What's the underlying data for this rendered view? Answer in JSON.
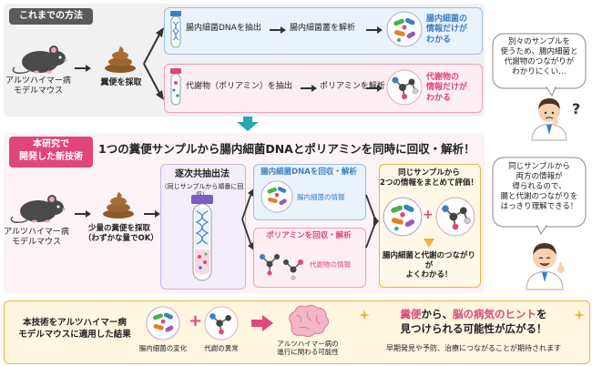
{
  "sections": {
    "conventional_tag": "これまでの方法",
    "new_tag_line1": "本研究で",
    "new_tag_line2": "開発した新技術",
    "new_title": "1つの糞便サンプルから腸内細菌DNAとポリアミンを同時に回収・解析！"
  },
  "conventional": {
    "mouse_line1": "アルツハイマー病",
    "mouse_line2": "モデルマウス",
    "feces_label": "糞便を採取",
    "top_step1": "腸内細菌DNAを抽出",
    "top_step2": "腸内細菌叢を解析",
    "top_result_line1": "腸内細菌の",
    "top_result_line2": "情報だけが",
    "top_result_line3": "わかる",
    "bottom_step1": "代謝物（ポリアミン）を抽出",
    "bottom_step2": "ポリアミンを解析",
    "bottom_result_line1": "代謝物の",
    "bottom_result_line2": "情報だけが",
    "bottom_result_line3": "わかる",
    "bubble_line1": "別々のサンプルを",
    "bubble_line2": "使うため、腸内細菌と",
    "bubble_line3": "代謝物のつながりが",
    "bubble_line4": "わかりにくい…",
    "question_mark": "?"
  },
  "new_method": {
    "mouse_line1": "アルツハイマー病",
    "mouse_line2": "モデルマウス",
    "feces_line1": "少量の糞便を採取",
    "feces_line2": "（わずかな量でOK）",
    "extraction_title": "逐次共抽出法",
    "extraction_sub": "（同じサンプルから順番に回収）",
    "dna_box_title": "腸内細菌DNAを回収・解析",
    "dna_box_caption": "腸内細菌の情報",
    "poly_box_title": "ポリアミンを回収・解析",
    "poly_box_caption": "代謝物の情報",
    "combined_line1": "同じサンプルから",
    "combined_line2": "2つの情報をまとめて評価！",
    "combined_bottom_line1": "腸内細菌と代謝のつながりが",
    "combined_bottom_line2": "よくわかる！",
    "plus": "+",
    "bubble_line1": "同じサンプルから",
    "bubble_line2": "両方の情報が",
    "bubble_line3": "得られるので、",
    "bubble_line4": "腸と代謝のつながりを",
    "bubble_line5": "はっきり理解できる！"
  },
  "results": {
    "left_line1": "本技術をアルツハイマー病",
    "left_line2": "モデルマウスに適用した結果",
    "item1": "腸内細菌の変化",
    "item2": "代謝の異常",
    "item3_line1": "アルツハイマー病の",
    "item3_line2": "進行に関わる可能性",
    "headline_part1": "糞便",
    "headline_part2": "から、",
    "headline_part3": "脳の病気のヒント",
    "headline_part4": "を",
    "headline_line2": "見つけられる可能性が広がる！",
    "subline": "早期発見や予防、治療につながることが期待されます",
    "plus": "+"
  },
  "colors": {
    "conventional_tag": "#5a5a5a",
    "new_tag": "#e0457b",
    "dna_accent": "#3a7fc6",
    "poly_accent": "#e0457b",
    "teal_arrow": "#2aa6b0",
    "orange_border": "#f0b040"
  }
}
